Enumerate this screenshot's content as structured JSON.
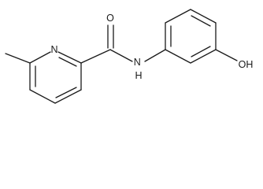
{
  "structure": {
    "atoms": {
      "nitrogen_ring": "N",
      "oxygen_carbonyl": "O",
      "amide_nh": "H\nN",
      "hydroxyl": "OH"
    }
  }
}
